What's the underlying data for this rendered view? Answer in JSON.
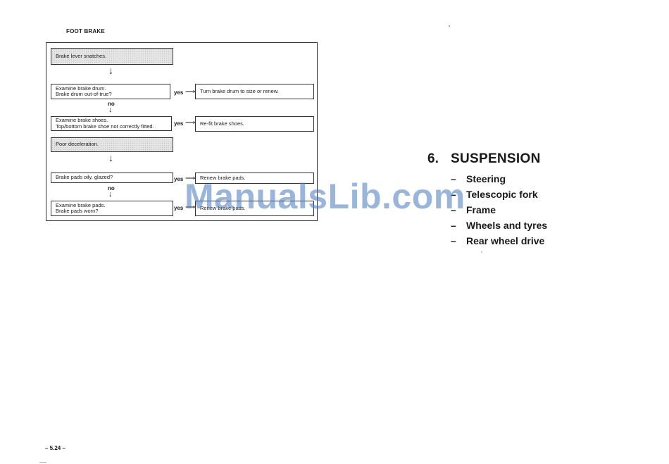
{
  "page_heading": "FOOT BRAKE",
  "flowchart": {
    "start_1": "Brake lever snatches.",
    "check_drum": [
      "Examine brake drum.",
      "Brake drum out-of-true?"
    ],
    "fix_drum": "Turn brake drum to size or renew.",
    "check_shoes": [
      "Examine brake shoes.",
      "Top/bottom brake shoe not correctly fitted."
    ],
    "fix_shoes": "Re-fit brake shoes.",
    "start_2": "Poor deceleration.",
    "check_pads_glazed": "Brake pads oily, glazed?",
    "fix_pads_1": "Renew brake pads.",
    "check_pads_worn": [
      "Examine brake pads.",
      "Brake pads worn?"
    ],
    "fix_pads_2": "Renew brake pads.",
    "yes": "yes",
    "no": "no"
  },
  "section": {
    "number": "6.",
    "title": "SUSPENSION",
    "topics": [
      "Steering",
      "Telescopic fork",
      "Frame",
      "Wheels and tyres",
      "Rear wheel drive"
    ]
  },
  "page_number": "– 5.24 –",
  "watermark": "ManualsLib.com"
}
